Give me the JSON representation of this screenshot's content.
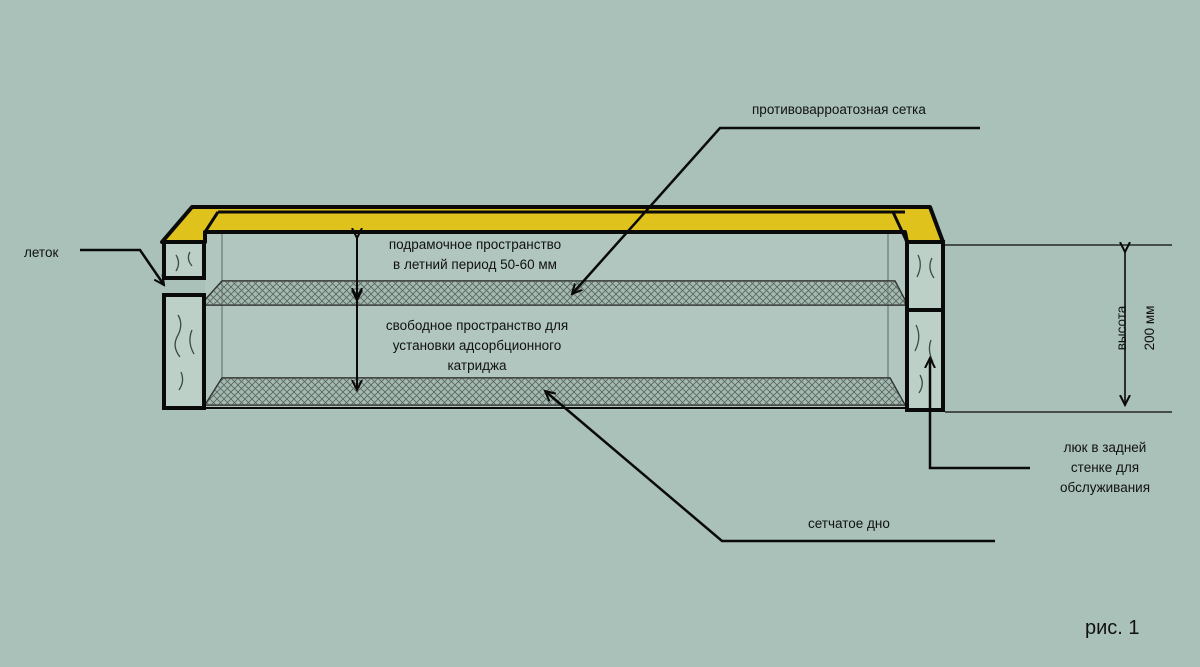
{
  "colors": {
    "background": "#a9c1b8",
    "line": "#0a0a0a",
    "roof_fill": "#e0c21c",
    "net_fill": "#98a8a0"
  },
  "labels": {
    "anti_varroa_net": "противоварроатозная сетка",
    "entrance": "леток",
    "underframe_line1": "подрамочное пространство",
    "underframe_line2": "в летний период 50-60 мм",
    "free_space_line1": "свободное пространство для",
    "free_space_line2": "установки адсорбционного",
    "free_space_line3": "катриджа",
    "height": "высота",
    "height_value": "200 мм",
    "hatch_line1": "люк в задней",
    "hatch_line2": "стенке для",
    "hatch_line3": "обслуживания",
    "mesh_bottom": "сетчатое дно",
    "figure": "рис. 1"
  }
}
